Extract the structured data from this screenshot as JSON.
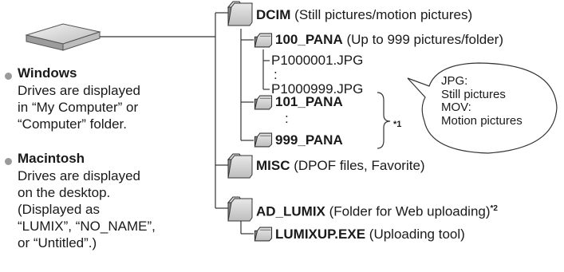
{
  "left": {
    "drive_icon": "drive-icon",
    "windows": {
      "heading": "Windows",
      "lines": [
        "Drives are displayed",
        "in “My Computer” or",
        "“Computer” folder."
      ]
    },
    "macintosh": {
      "heading": "Macintosh",
      "lines": [
        "Drives are displayed",
        "on the desktop.",
        "(Displayed as",
        "“LUMIX”, “NO_NAME”,",
        "or “Untitled”.)"
      ]
    }
  },
  "tree": {
    "dcim": {
      "name": "DCIM",
      "desc": " (Still pictures/motion pictures)"
    },
    "f100": {
      "name": "100_PANA",
      "desc": " (Up to 999 pictures/folder)"
    },
    "file_first": "P1000001.JPG",
    "dots1": ":",
    "file_last": "P1000999.JPG",
    "f101": {
      "name": "101_PANA"
    },
    "dots2": ":",
    "f999": {
      "name": "999_PANA"
    },
    "note1": "*1",
    "misc": {
      "name": "MISC",
      "desc": " (DPOF files, Favorite)"
    },
    "ad_lumix": {
      "name": "AD_LUMIX",
      "desc": " (Folder for Web uploading)",
      "note": "*2"
    },
    "lumixup": {
      "name": "LUMIXUP.EXE",
      "desc": " (Uploading tool)"
    }
  },
  "bubble": {
    "lines": [
      "JPG:",
      "Still pictures",
      "MOV:",
      "Motion pictures"
    ]
  },
  "colors": {
    "line": "#333333",
    "folder_fill": "#cfcfcf",
    "bullet": "#9a9a9a"
  }
}
